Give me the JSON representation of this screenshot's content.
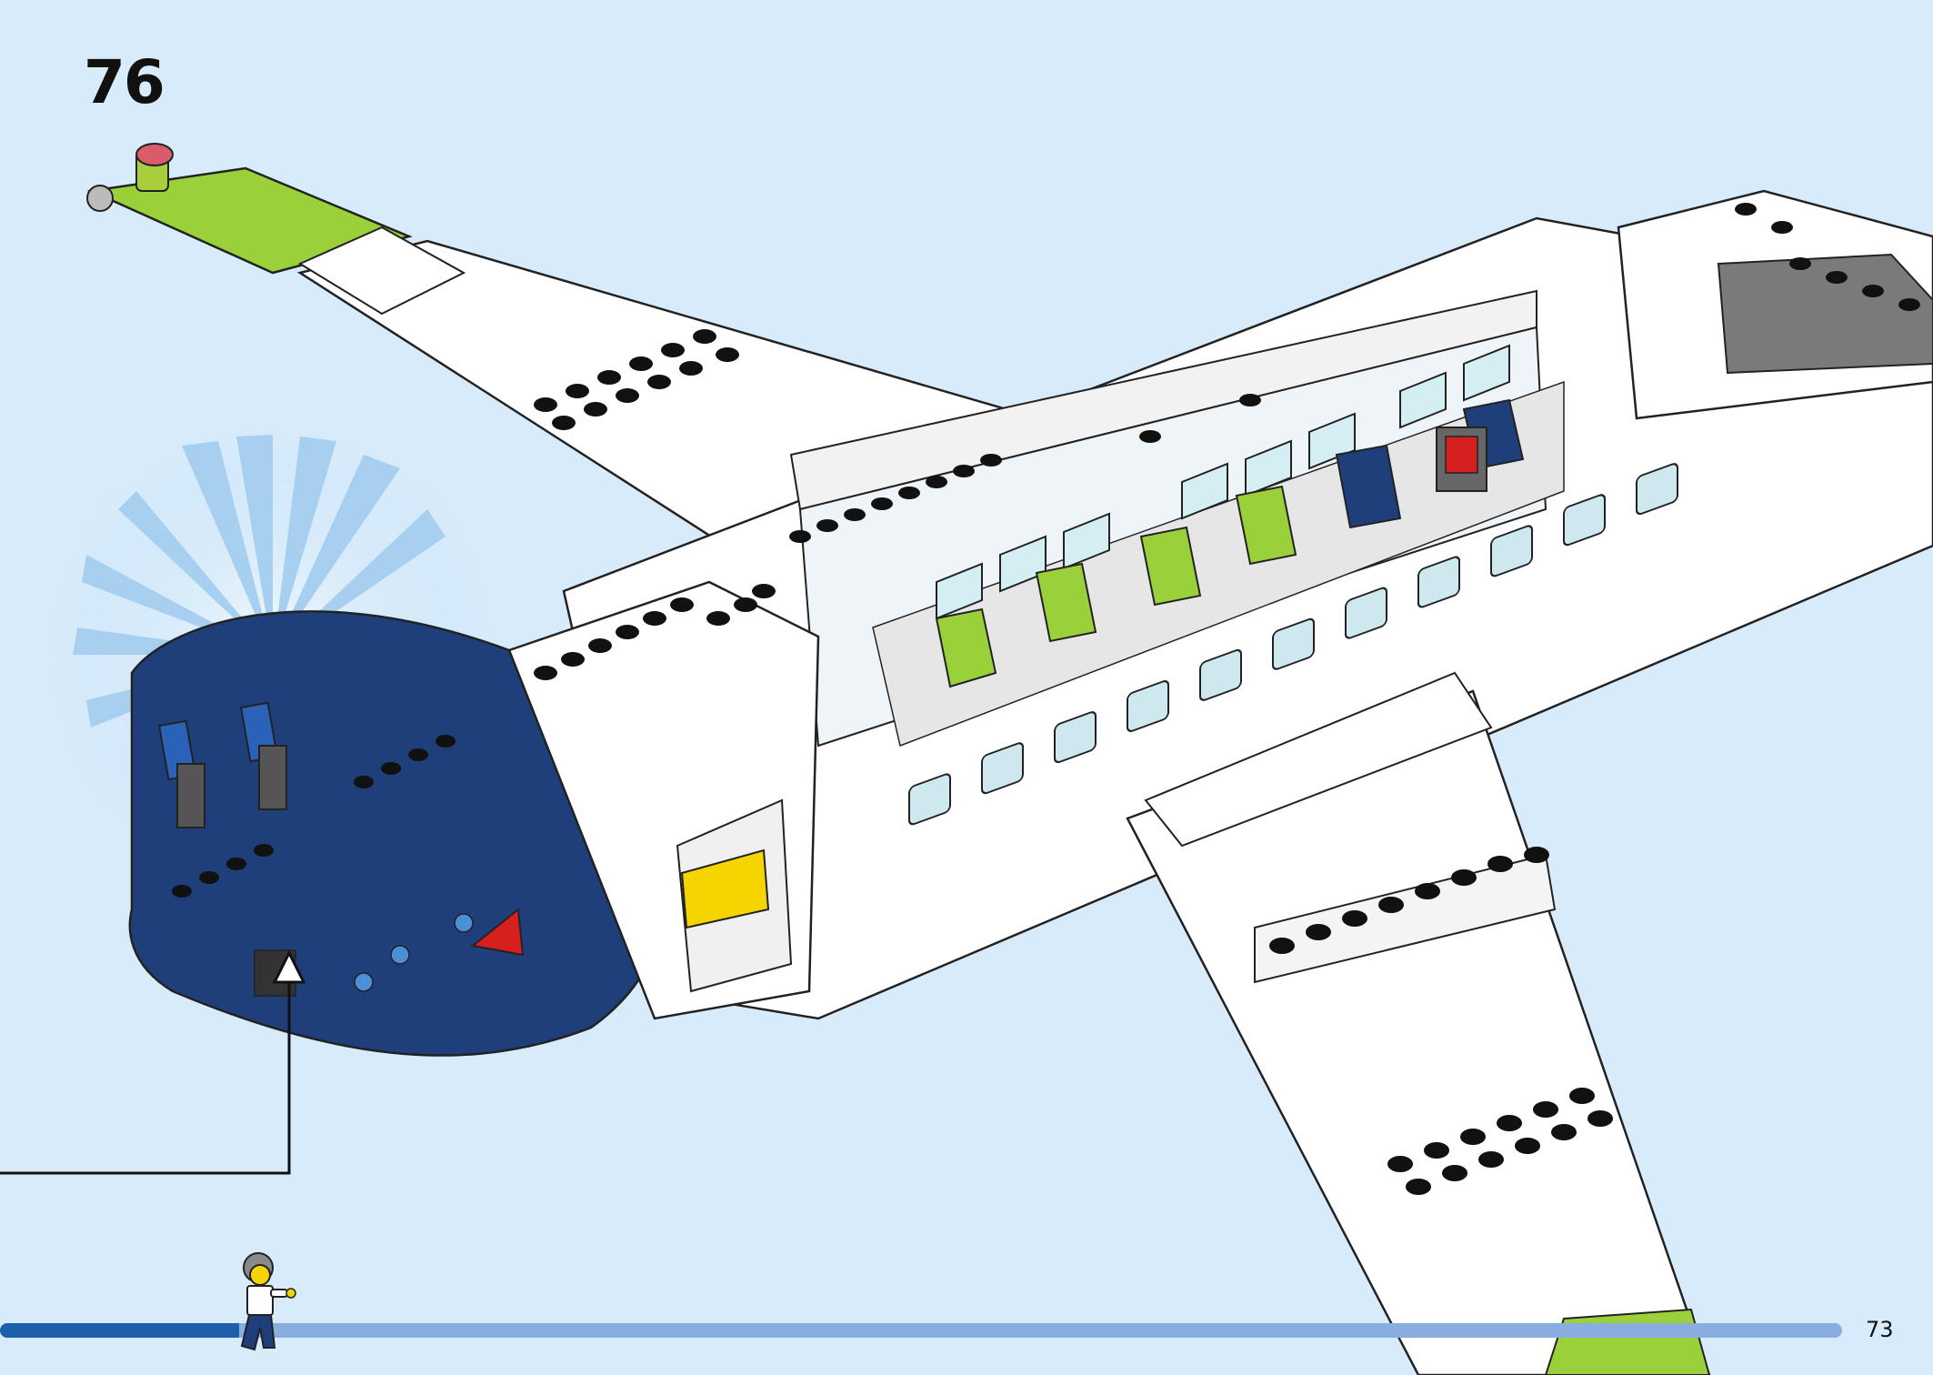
{
  "page": {
    "step_number": "76",
    "page_number": "73",
    "progress": 0.13,
    "colors": {
      "background": "#d7ebfb",
      "progress_track": "#88aee0",
      "progress_fill": "#1b5fad",
      "nose_blue": "#1e3f7a",
      "lime": "#9ad13a",
      "white_brick": "#ffffff",
      "seat_blue": "#1e3f7a",
      "accent_red": "#d61f1f",
      "accent_yellow": "#f6d400"
    }
  },
  "illustration": {
    "subject": "airplane-model",
    "icons": [
      "stud-icon",
      "seat-icon",
      "window-icon",
      "minifigure-icon",
      "arrow-up-icon"
    ]
  }
}
